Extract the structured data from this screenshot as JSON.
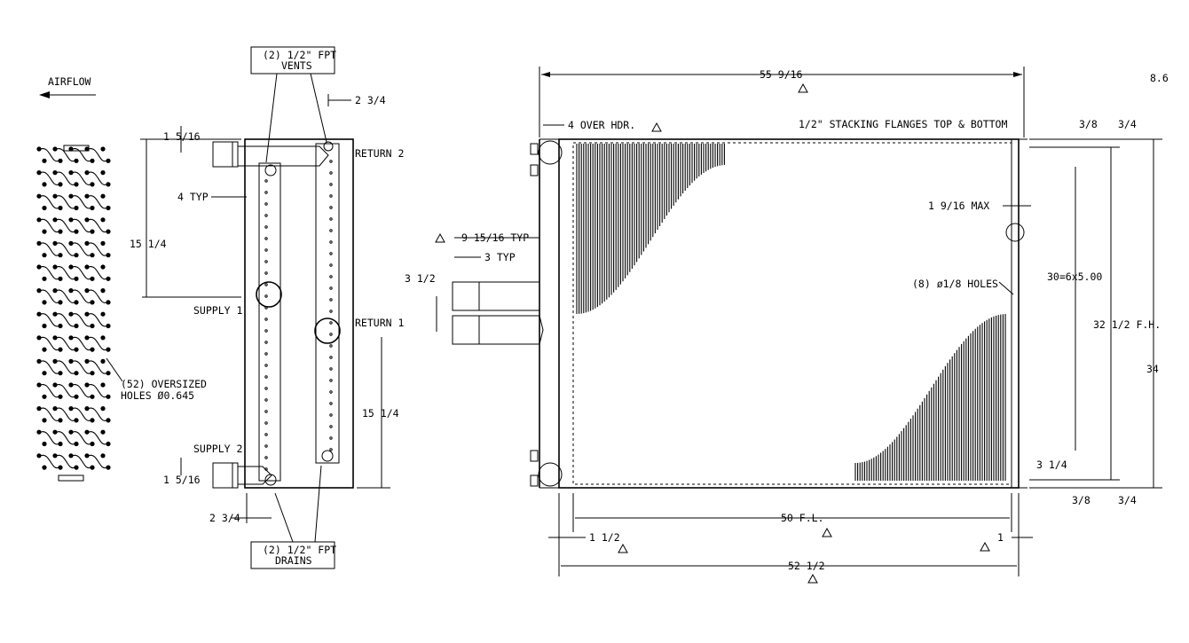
{
  "side_view": {
    "airflow_label": "AIRFLOW",
    "oversized_holes_line1": "(52) OVERSIZED",
    "oversized_holes_line2": "HOLES Ø0.645"
  },
  "header_view": {
    "vents_line1": "(2) 1/2\" FPT",
    "vents_line2": "VENTS",
    "drains_line1": "(2) 1/2\" FPT",
    "drains_line2": "DRAINS",
    "return_2": "RETURN 2",
    "return_1": "RETURN 1",
    "supply_1": "SUPPLY 1",
    "supply_2": "SUPPLY 2",
    "dim_top_offset": "2 3/4",
    "dim_bottom_offset": "2 3/4",
    "dim_top_small": "1 5/16",
    "dim_bottom_small": "1 5/16",
    "dim_4_typ": "4 TYP",
    "dim_upper_height": "15 1/4",
    "dim_lower_height": "15 1/4"
  },
  "front_view": {
    "overall_width": "55 9/16",
    "over_header": "4 OVER HDR.",
    "stacking_flanges": "1/2\" STACKING FLANGES TOP & BOTTOM",
    "conn_spacing_typ": "9 15/16 TYP",
    "conn_3_typ": "3 TYP",
    "conn_3_half": "3 1/2",
    "max_dim": "1 9/16  MAX",
    "holes_note": "(8) ø1/8 HOLES",
    "hole_spacing": "30=6x5.00",
    "fin_height": "32 1/2 F.H.",
    "overall_height": "34",
    "right_edge_dim": "8.6",
    "top_3_8": "3/8",
    "top_3_4": "3/4",
    "bottom_3_1_4": "3 1/4",
    "bottom_3_8": "3/8",
    "bottom_3_4": "3/4",
    "fin_length": "50 F.L.",
    "left_1_half": "1 1/2",
    "right_1": "1",
    "casing_width": "52 1/2"
  }
}
